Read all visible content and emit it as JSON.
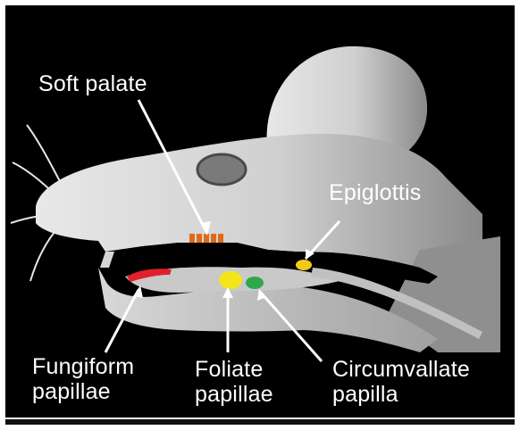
{
  "labels": {
    "soft_palate": "Soft palate",
    "epiglottis": "Epiglottis",
    "fungiform": {
      "line1": "Fungiform",
      "line2": "papillae"
    },
    "foliate": {
      "line1": "Foliate",
      "line2": "papillae"
    },
    "circumvallate": {
      "line1": "Circumvallate",
      "line2": "papilla"
    }
  },
  "colors": {
    "background": "#000000",
    "fungiform": "#e0202a",
    "foliate": "#f2e61a",
    "circumvallate": "#2fa84a",
    "epiglottis": "#f2c81a",
    "soft_palate_stripes": "#e06a1a",
    "label_text": "#ffffff"
  }
}
